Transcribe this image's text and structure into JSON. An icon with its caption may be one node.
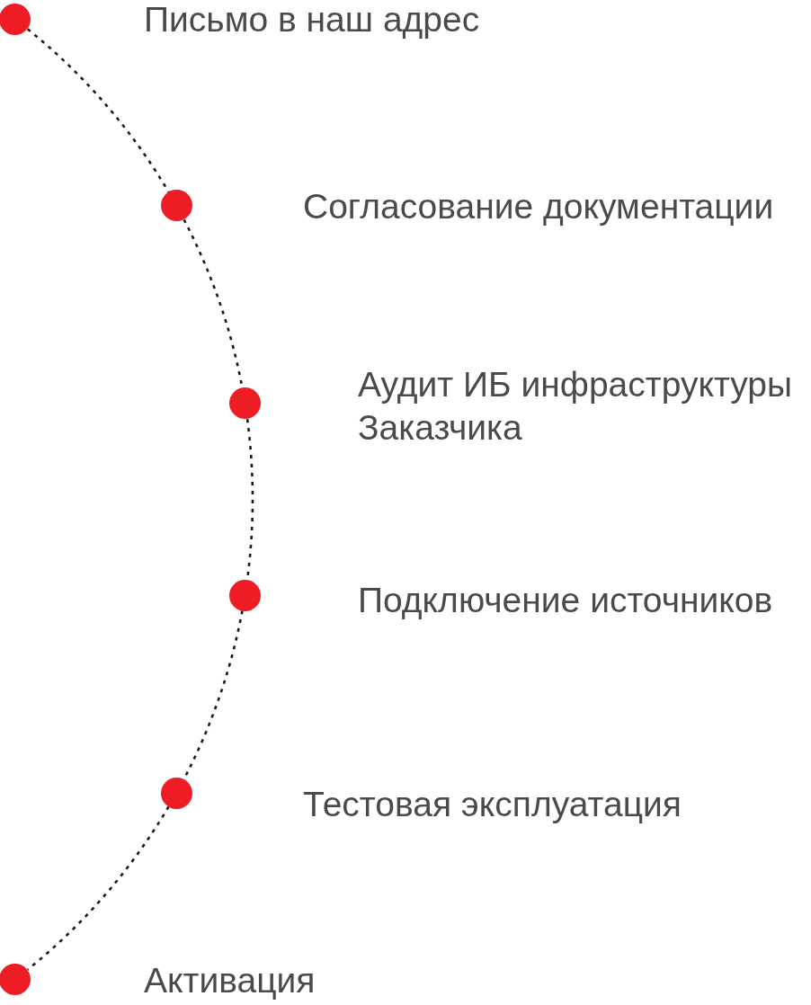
{
  "diagram": {
    "nodes": [
      {
        "text": [],
        "shape": "circle",
        "beside": [
          "Письмо в наш адрес"
        ]
      },
      {
        "text": [],
        "shape": "circle",
        "beside": [
          "Согласование документации"
        ]
      },
      {
        "text": [],
        "shape": "circle",
        "beside": [
          "Аудит ИБ инфраструктуры Заказчика"
        ]
      },
      {
        "text": [],
        "shape": "circle",
        "beside": [
          "Подключение источников"
        ]
      },
      {
        "text": [],
        "shape": "circle",
        "beside": [
          "Тестовая эксплуатация"
        ]
      },
      {
        "text": [],
        "shape": "circle",
        "beside": [
          "Активация"
        ]
      }
    ],
    "edges": [
      {
        "from": 0,
        "to": 1,
        "arrow": "none",
        "style": "dashed"
      },
      {
        "from": 1,
        "to": 2,
        "arrow": "none",
        "style": "dashed"
      },
      {
        "from": 2,
        "to": 3,
        "arrow": "none",
        "style": "dashed"
      },
      {
        "from": 3,
        "to": 4,
        "arrow": "none",
        "style": "dashed"
      },
      {
        "from": 4,
        "to": 5,
        "arrow": "none",
        "style": "dashed"
      }
    ]
  }
}
